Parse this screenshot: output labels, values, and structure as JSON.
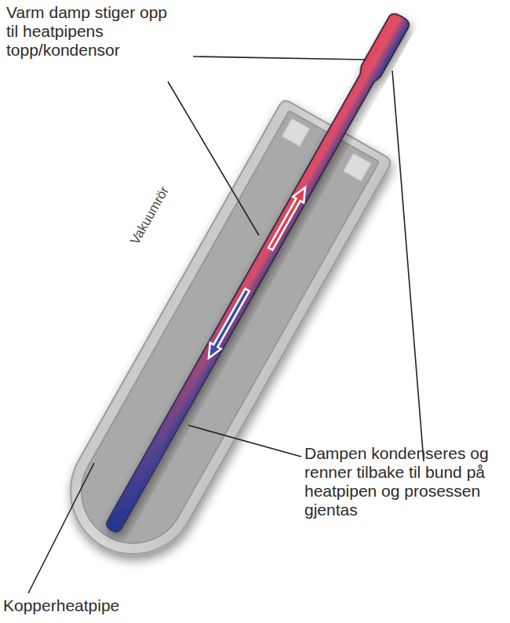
{
  "diagram": {
    "labels": [
      "Varm damp stiger opp til heatpipens topp/kondensor",
      "Vakuumrör",
      "Dampen kondenseres og renner tilbake til bund på heatpipen og prosessen gjentas",
      "Kopperheatpipe"
    ]
  }
}
